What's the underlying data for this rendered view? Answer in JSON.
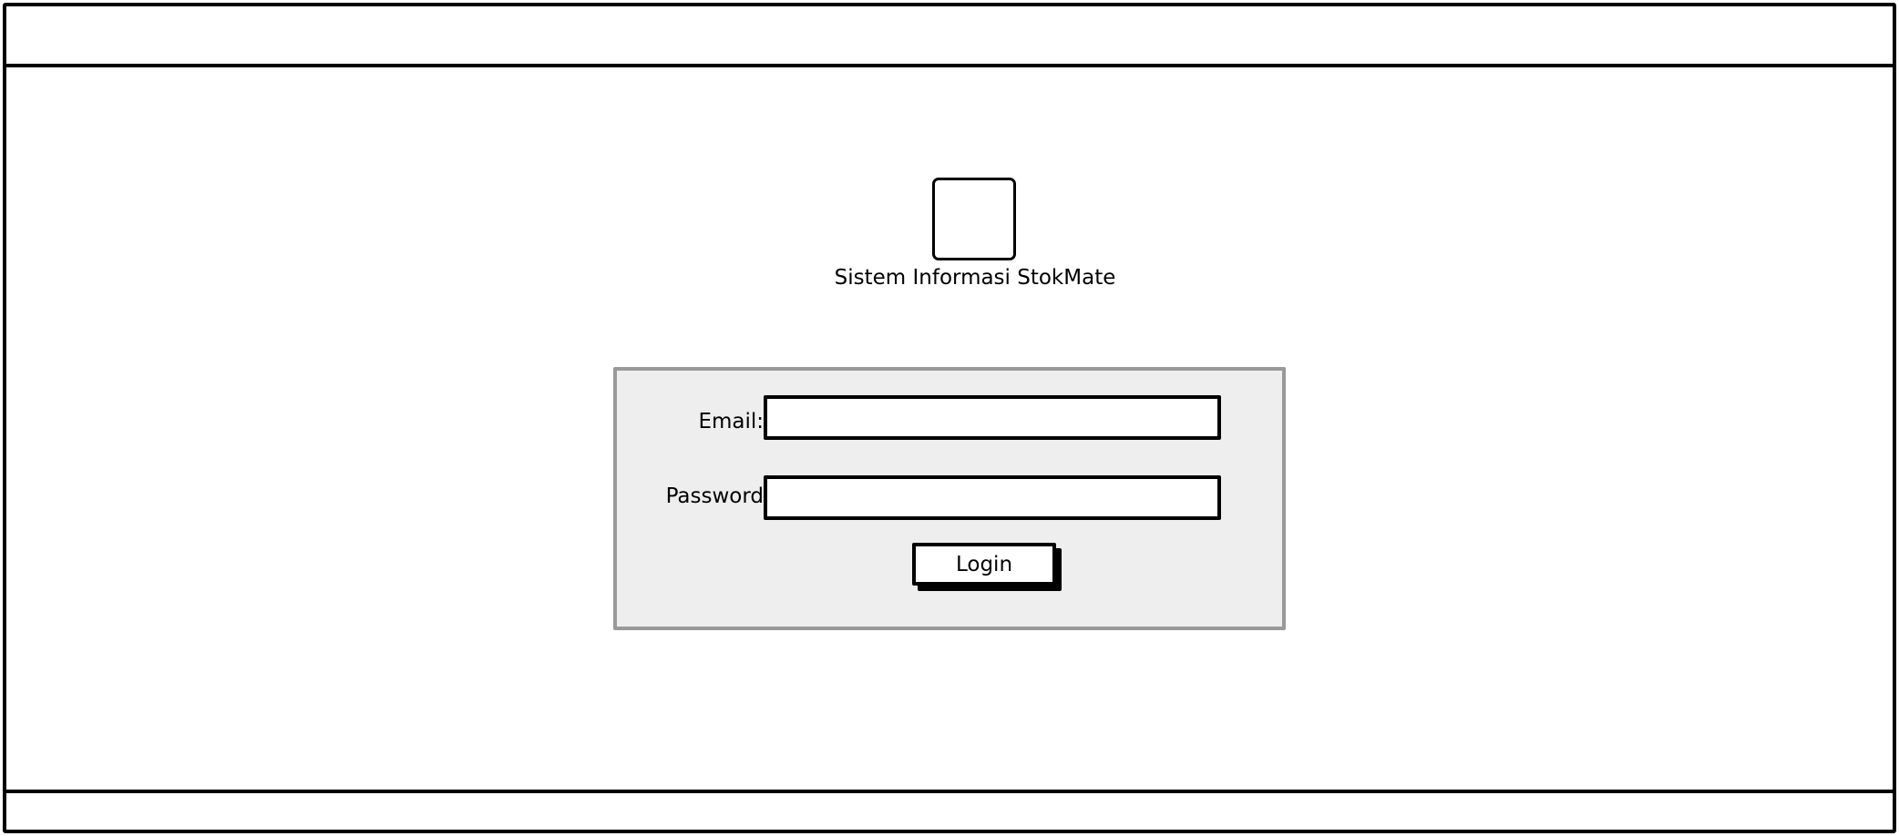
{
  "app": {
    "title": "Sistem Informasi StokMate",
    "logo_icon": "image-placeholder-icon"
  },
  "login_form": {
    "email_label": "Email:",
    "email_value": "",
    "password_label": "Password",
    "password_value": "",
    "login_button_label": "Login"
  },
  "colors": {
    "panel_background": "#eeeeee",
    "panel_border": "#999999",
    "outline": "#000000"
  }
}
